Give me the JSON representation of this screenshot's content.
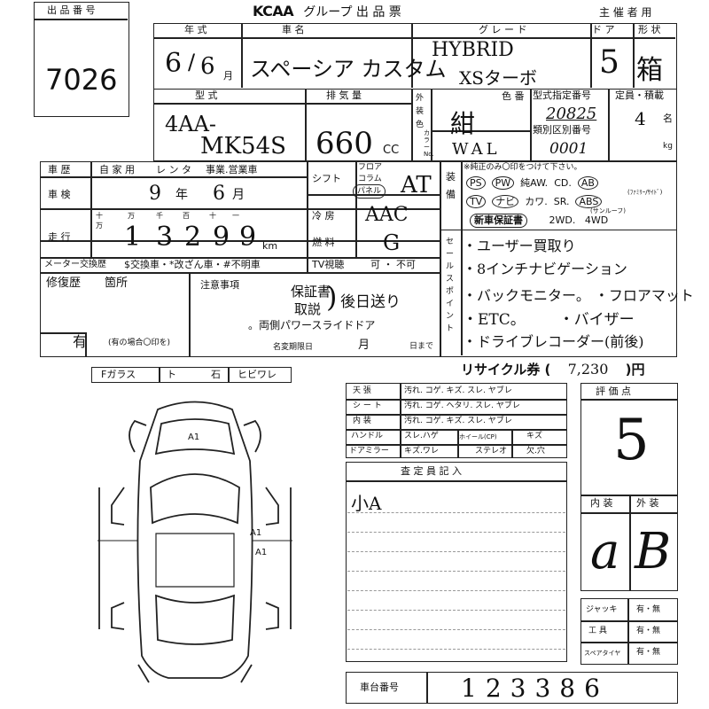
{
  "lot": {
    "label": "出 品 番 号",
    "number": "7026"
  },
  "header": {
    "logo": "KCAA",
    "title": "グループ  出  品  票",
    "organizer": "主 催 者 用"
  },
  "row1": {
    "year_label": "年  式",
    "year": "6",
    "month": "6",
    "month_unit": "月",
    "car_label": "車      名",
    "car": "スペーシア カスタム",
    "grade_label": "グ  レ  ー  ド",
    "grade1": "HYBRID",
    "grade2": "XSターボ",
    "door_label": "ド ア",
    "door": "5",
    "shape_label": "形 状",
    "shape": "箱"
  },
  "row2": {
    "model_label": "型      式",
    "model1": "4AA-",
    "model2": "MK54S",
    "displacement_label": "排  気  量",
    "displacement": "660",
    "cc": "CC",
    "exterior_label": "外装色",
    "color_label": "色 番",
    "color": "紺",
    "color_no": "WAL",
    "paint_label": "カラーNo.",
    "type_label": "型式指定番号",
    "type_no": "20825",
    "class_label": "類別区別番号",
    "class_no": "0001",
    "capacity_label": "定員・積載",
    "capacity": "4",
    "capacity_unit": "名",
    "kg": "kg"
  },
  "history": {
    "label": "車  歴",
    "private": "自 家 用",
    "rental": "レ ン タ",
    "business": "事業.営業車"
  },
  "inspection": {
    "label": "車  検",
    "year": "9",
    "year_unit": "年",
    "month": "6",
    "month_unit": "月"
  },
  "mileage": {
    "label": "走  行",
    "units": [
      "十万",
      "万",
      "千",
      "百",
      "十",
      "一"
    ],
    "digits": [
      "1",
      "3",
      "2",
      "9",
      "9"
    ],
    "unit": "km"
  },
  "meter": {
    "label": "メーター交換歴",
    "options": "$交換車・*改ざん車・#不明車"
  },
  "shift": {
    "label": "シフト",
    "floor": "フロア",
    "column": "コラム",
    "panel": "パネル",
    "value": "AT"
  },
  "ac": {
    "label": "冷  房",
    "value": "AAC"
  },
  "fuel": {
    "label": "燃  料",
    "value": "G"
  },
  "tv": {
    "label": "TV視聴",
    "value": "可 ・ 不可"
  },
  "equipment": {
    "label": "装備",
    "note": "※純正のみ〇印をつけて下さい。",
    "r1": [
      "PS",
      "PW",
      "純AW.",
      "CD.",
      "AB"
    ],
    "r1_small": "(ﾌｧﾐﾘｰ/ｻｲﾄﾞ)",
    "r2": [
      "TV",
      "ナビ",
      "カワ.",
      "SR.",
      "ABS"
    ],
    "r2_small": "(サンルーフ)",
    "r3": [
      "新車保証書",
      "2WD.",
      "4WD"
    ]
  },
  "selling_points": {
    "label": "セールスポイント",
    "items": [
      "・ユーザー買取り",
      "・8インチナビゲーション",
      "・バックモニター。 ・フロアマット",
      "・ETC。       ・バイザー",
      "・ドライブレコーダー(前後)"
    ]
  },
  "repair": {
    "label": "修復歴",
    "label2": "箇所",
    "value": "有",
    "note": "(有の場合〇印を)"
  },
  "notes": {
    "label": "注意事項",
    "line1": "保証書",
    "line2": "取説",
    "line3": "後日送り",
    "line4": "。両側パワースライドドア",
    "change_label": "名変期限日",
    "month_unit": "月",
    "day_unit": "日まで"
  },
  "recycle": {
    "label": "リサイクル券 (",
    "value": "7,230",
    "unit": ")円"
  },
  "glass": {
    "items": [
      "Fガラス",
      "ト",
      "石",
      "ヒビワレ"
    ]
  },
  "diagram": {
    "marks": [
      "A1",
      "A1",
      "A1"
    ]
  },
  "condition": {
    "rows": [
      {
        "label": "天   張",
        "value": "汚れ. コゲ. キズ. スレ. ヤブレ"
      },
      {
        "label": "シ ー ト",
        "value": "汚れ. コゲ. ヘタリ. スレ. ヤブレ"
      },
      {
        "label": "内   装",
        "value": "汚れ. コゲ. キズ. スレ. ヤブレ"
      }
    ],
    "handle_label": "ハンドル",
    "handle_value": "スレ.ハゲ",
    "wheel": "ホイール(CP)",
    "wheel_value": "キズ",
    "mirror_label": "ドアミラー",
    "mirror_value": "キズ.ワレ",
    "stereo": "ステレオ",
    "stereo_value": "欠.穴"
  },
  "inspector": {
    "label": "査  定  員  記  入",
    "value": "小A"
  },
  "score": {
    "label": "評  価  点",
    "value": "5",
    "interior_label": "内  装",
    "exterior_label": "外  装",
    "interior": "a",
    "exterior": "B"
  },
  "tools": [
    {
      "label": "ジャッキ",
      "value": "有・無"
    },
    {
      "label": "工  具",
      "value": "有・無"
    },
    {
      "label": "スペアタイヤ",
      "value": "有・無"
    }
  ],
  "chassis": {
    "label": "車台番号",
    "value": "123386"
  }
}
